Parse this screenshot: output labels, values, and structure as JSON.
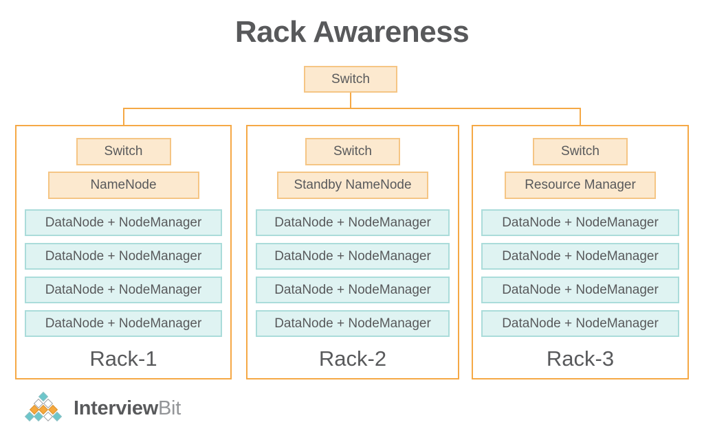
{
  "title": "Rack Awareness",
  "top_switch_label": "Switch",
  "racks": [
    {
      "label": "Rack-1",
      "switch_label": "Switch",
      "master_label": "NameNode",
      "workers": [
        "DataNode + NodeManager",
        "DataNode + NodeManager",
        "DataNode + NodeManager",
        "DataNode + NodeManager"
      ]
    },
    {
      "label": "Rack-2",
      "switch_label": "Switch",
      "master_label": "Standby NameNode",
      "workers": [
        "DataNode + NodeManager",
        "DataNode + NodeManager",
        "DataNode + NodeManager",
        "DataNode + NodeManager"
      ]
    },
    {
      "label": "Rack-3",
      "switch_label": "Switch",
      "master_label": "Resource Manager",
      "workers": [
        "DataNode + NodeManager",
        "DataNode + NodeManager",
        "DataNode + NodeManager",
        "DataNode + NodeManager"
      ]
    }
  ],
  "logo": {
    "text_primary": "Interview",
    "text_secondary": "Bit",
    "diamond_rows": [
      [
        "teal"
      ],
      [
        "white",
        "white"
      ],
      [
        "orange",
        "orange",
        "orange"
      ],
      [
        "teal",
        "teal",
        "white",
        "teal"
      ]
    ]
  },
  "colors": {
    "connector_orange": "#F5A845",
    "orange_box_fill": "#FCE9CF",
    "orange_box_border": "#F5C584",
    "teal_box_fill": "#DFF3F2",
    "teal_box_border": "#AADCDA",
    "text_gray": "#58595B",
    "logo_teal": "#6CC6CB",
    "logo_orange": "#F6A83C",
    "logo_bit_gray": "#939598"
  }
}
